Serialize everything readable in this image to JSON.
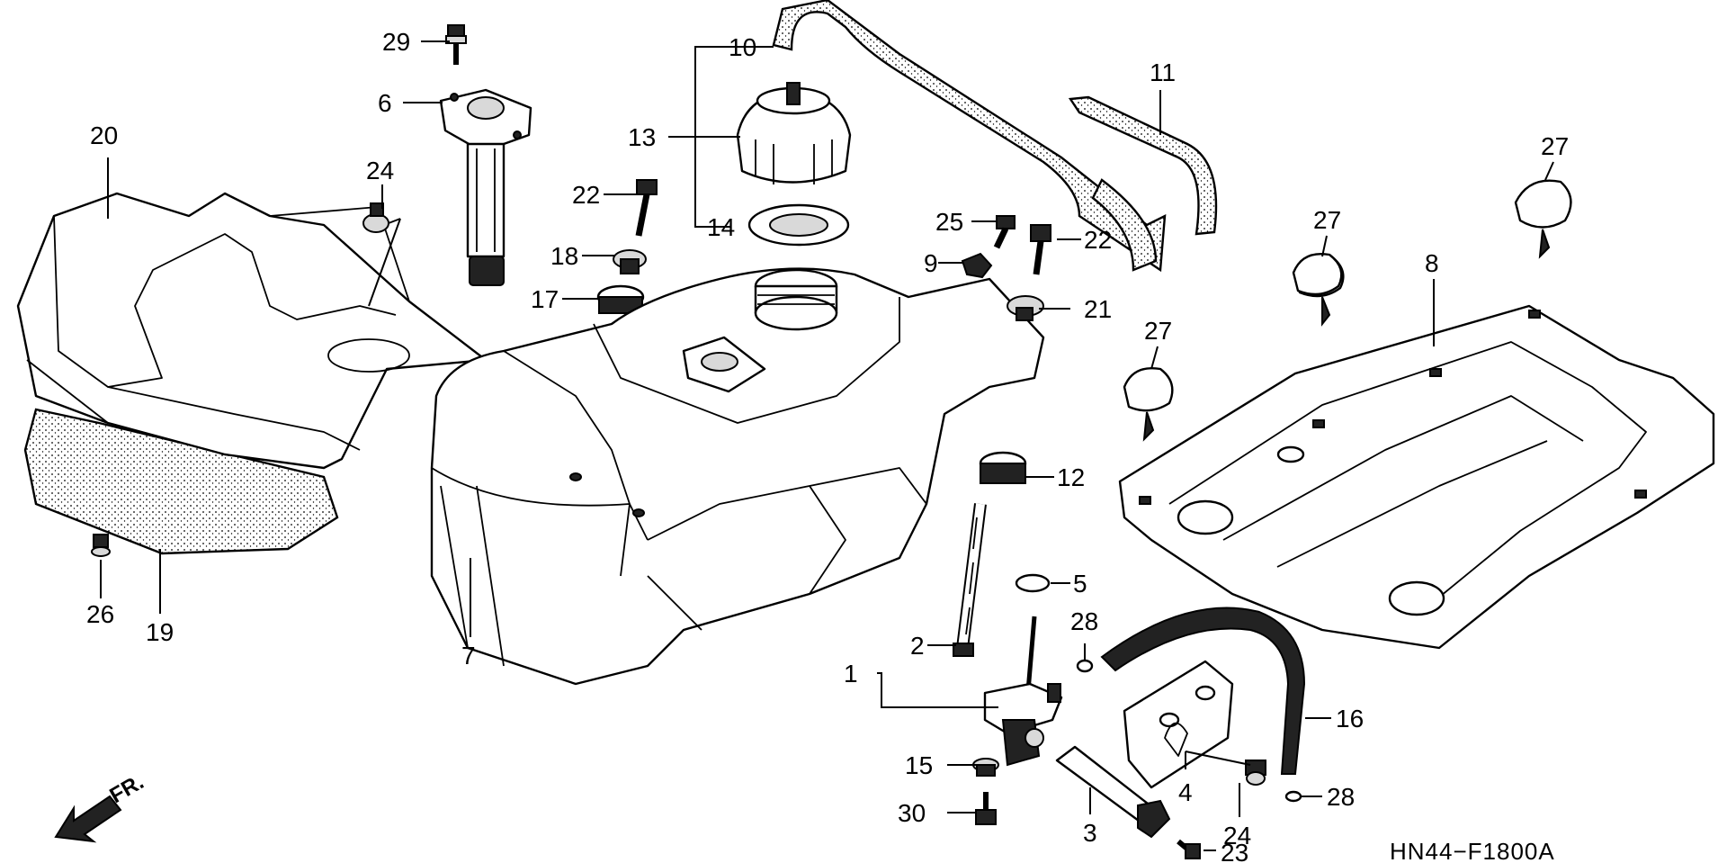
{
  "diagram_code": "HN44−F1800A",
  "front_indicator": "FR.",
  "callouts": [
    {
      "id": "c29a",
      "text": "29"
    },
    {
      "id": "c6",
      "text": "6"
    },
    {
      "id": "c20",
      "text": "20"
    },
    {
      "id": "c24a",
      "text": "24"
    },
    {
      "id": "c10",
      "text": "10"
    },
    {
      "id": "c13",
      "text": "13"
    },
    {
      "id": "c14",
      "text": "14"
    },
    {
      "id": "c22a",
      "text": "22"
    },
    {
      "id": "c18",
      "text": "18"
    },
    {
      "id": "c17",
      "text": "17"
    },
    {
      "id": "c11",
      "text": "11"
    },
    {
      "id": "c25",
      "text": "25"
    },
    {
      "id": "c22b",
      "text": "22"
    },
    {
      "id": "c9",
      "text": "9"
    },
    {
      "id": "c21",
      "text": "21"
    },
    {
      "id": "c27a",
      "text": "27"
    },
    {
      "id": "c27b",
      "text": "27"
    },
    {
      "id": "c27c",
      "text": "27"
    },
    {
      "id": "c8",
      "text": "8"
    },
    {
      "id": "c12",
      "text": "12"
    },
    {
      "id": "c5",
      "text": "5"
    },
    {
      "id": "c28a",
      "text": "28"
    },
    {
      "id": "c2",
      "text": "2"
    },
    {
      "id": "c1",
      "text": "1"
    },
    {
      "id": "c16",
      "text": "16"
    },
    {
      "id": "c7",
      "text": "7"
    },
    {
      "id": "c26",
      "text": "26"
    },
    {
      "id": "c19",
      "text": "19"
    },
    {
      "id": "c15",
      "text": "15"
    },
    {
      "id": "c30",
      "text": "30"
    },
    {
      "id": "c4",
      "text": "4"
    },
    {
      "id": "c24b",
      "text": "24"
    },
    {
      "id": "c3",
      "text": "3"
    },
    {
      "id": "c28b",
      "text": "28"
    },
    {
      "id": "c23",
      "text": "23"
    }
  ],
  "callout_texts": {
    "c29a": "29",
    "c6": "6",
    "c20": "20",
    "c24a": "24",
    "c10": "10",
    "c13": "13",
    "c14": "14",
    "c22a": "22",
    "c18": "18",
    "c17": "17",
    "c11": "11",
    "c25": "25",
    "c22b": "22",
    "c9": "9",
    "c21": "21",
    "c27a": "27",
    "c27b": "27",
    "c27c": "27",
    "c8": "8",
    "c12": "12",
    "c5": "5",
    "c28a": "28",
    "c2": "2",
    "c1": "1",
    "c16": "16",
    "c7": "7",
    "c26": "26",
    "c19": "19",
    "c15": "15",
    "c30": "30",
    "c4": "4",
    "c24b": "24",
    "c3": "3",
    "c28b": "28",
    "c23": "23"
  }
}
